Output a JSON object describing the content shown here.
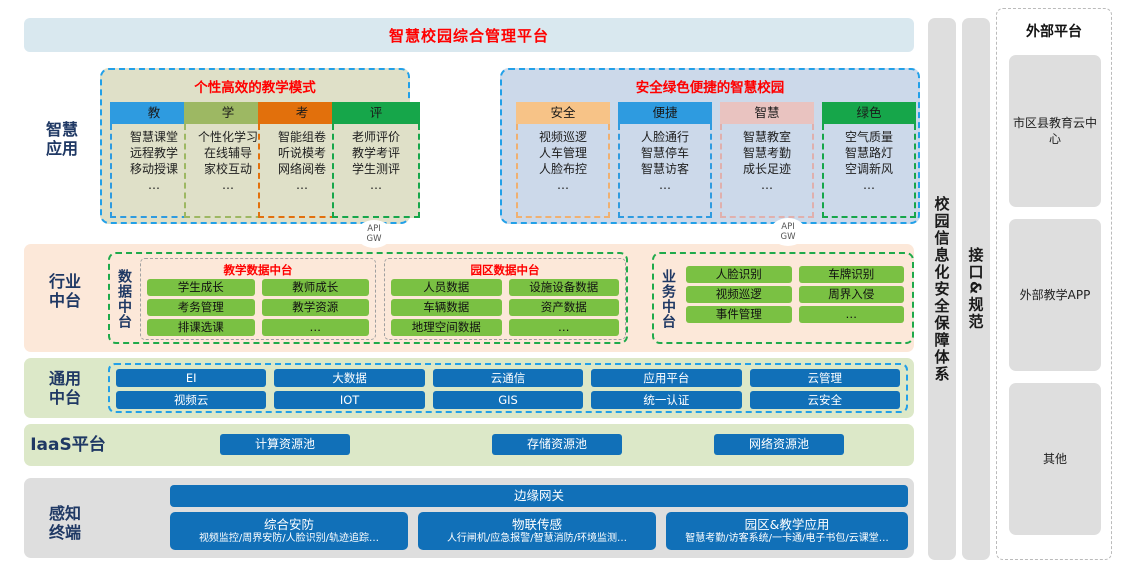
{
  "title": "智慧校园综合管理平台",
  "layers": {
    "application": {
      "label": "智慧\n应用",
      "label_line1": "智慧",
      "label_line2": "应用",
      "groups": [
        {
          "title": "个性高效的教学模式",
          "cards": [
            {
              "header": "教",
              "header_color": "#2e9be0",
              "border_color": "#2e9be0",
              "items": [
                "智慧课堂",
                "远程教学",
                "移动授课",
                "…"
              ]
            },
            {
              "header": "学",
              "header_color": "#9db863",
              "border_color": "#9db863",
              "items": [
                "个性化学习",
                "在线辅导",
                "家校互动",
                "…"
              ]
            },
            {
              "header": "考",
              "header_color": "#e2700c",
              "border_color": "#e2700c",
              "items": [
                "智能组卷",
                "听说模考",
                "网络阅卷",
                "…"
              ]
            },
            {
              "header": "评",
              "header_color": "#16a64a",
              "border_color": "#16a64a",
              "items": [
                "老师评价",
                "教学考评",
                "学生测评",
                "…"
              ]
            }
          ]
        },
        {
          "title": "安全绿色便捷的智慧校园",
          "cards": [
            {
              "header": "安全",
              "header_color": "#f7c387",
              "border_color": "#f0b070",
              "items": [
                "视频巡逻",
                "人车管理",
                "人脸布控",
                "…"
              ]
            },
            {
              "header": "便捷",
              "header_color": "#2e9be0",
              "border_color": "#2e9be0",
              "items": [
                "人脸通行",
                "智慧停车",
                "智慧访客",
                "…"
              ]
            },
            {
              "header": "智慧",
              "header_color": "#e9c3c0",
              "border_color": "#e0b0ad",
              "items": [
                "智慧教室",
                "智慧考勤",
                "成长足迹",
                "…"
              ]
            },
            {
              "header": "绿色",
              "header_color": "#16a64a",
              "border_color": "#16a64a",
              "items": [
                "空气质量",
                "智慧路灯",
                "空调新风",
                "…"
              ]
            }
          ]
        }
      ]
    },
    "industry": {
      "label_line1": "行业",
      "label_line2": "中台",
      "data_platform_label": "数据中台",
      "business_platform_label": "业务中台",
      "sub_boxes": [
        {
          "title": "教学数据中台",
          "pills": [
            "学生成长",
            "教师成长",
            "考务管理",
            "教学资源",
            "排课选课",
            "…"
          ]
        },
        {
          "title": "园区数据中台",
          "pills": [
            "人员数据",
            "设施设备数据",
            "车辆数据",
            "资产数据",
            "地理空间数据",
            "…"
          ]
        }
      ],
      "business_pills": [
        "人脸识别",
        "车牌识别",
        "视频巡逻",
        "周界入侵",
        "事件管理",
        "…"
      ]
    },
    "general": {
      "label_line1": "通用",
      "label_line2": "中台",
      "pills": [
        "EI",
        "大数据",
        "云通信",
        "应用平台",
        "云管理",
        "视频云",
        "IOT",
        "GIS",
        "统一认证",
        "云安全"
      ]
    },
    "iaas": {
      "label": "IaaS平台",
      "pills": [
        "计算资源池",
        "存储资源池",
        "网络资源池"
      ]
    },
    "perception": {
      "label_line1": "感知",
      "label_line2": "终端",
      "edge_gateway": "边缘网关",
      "cards": [
        {
          "title": "综合安防",
          "subtitle": "视频监控/周界安防/人脸识别/轨迹追踪…"
        },
        {
          "title": "物联传感",
          "subtitle": "人行闸机/应急报警/智慧消防/环境监测…"
        },
        {
          "title": "园区&教学应用",
          "subtitle": "智慧考勤/访客系统/一卡通/电子书包/云课堂…"
        }
      ]
    }
  },
  "api_gateway": {
    "line1": "API",
    "line2": "GW"
  },
  "side_bars": {
    "security": "校园信息化安全保障体系",
    "interface": "接口&规范"
  },
  "external": {
    "title": "外部平台",
    "cards": [
      "市区县教育云中心",
      "外部教学APP",
      "其他"
    ]
  },
  "colors": {
    "title_bg": "#d9e8ef",
    "title_text": "#ff0000",
    "band_industry": "#fce8d9",
    "band_general": "#dce8c8",
    "band_perception": "#dedede",
    "group_teach_bg": "#dfe0c8",
    "group_campus_bg": "#ccd9ea",
    "blue_pill": "#1170b8",
    "green_pill": "#7ac143",
    "dash_blue": "#22a0e8",
    "dash_green": "#1faa4b"
  }
}
